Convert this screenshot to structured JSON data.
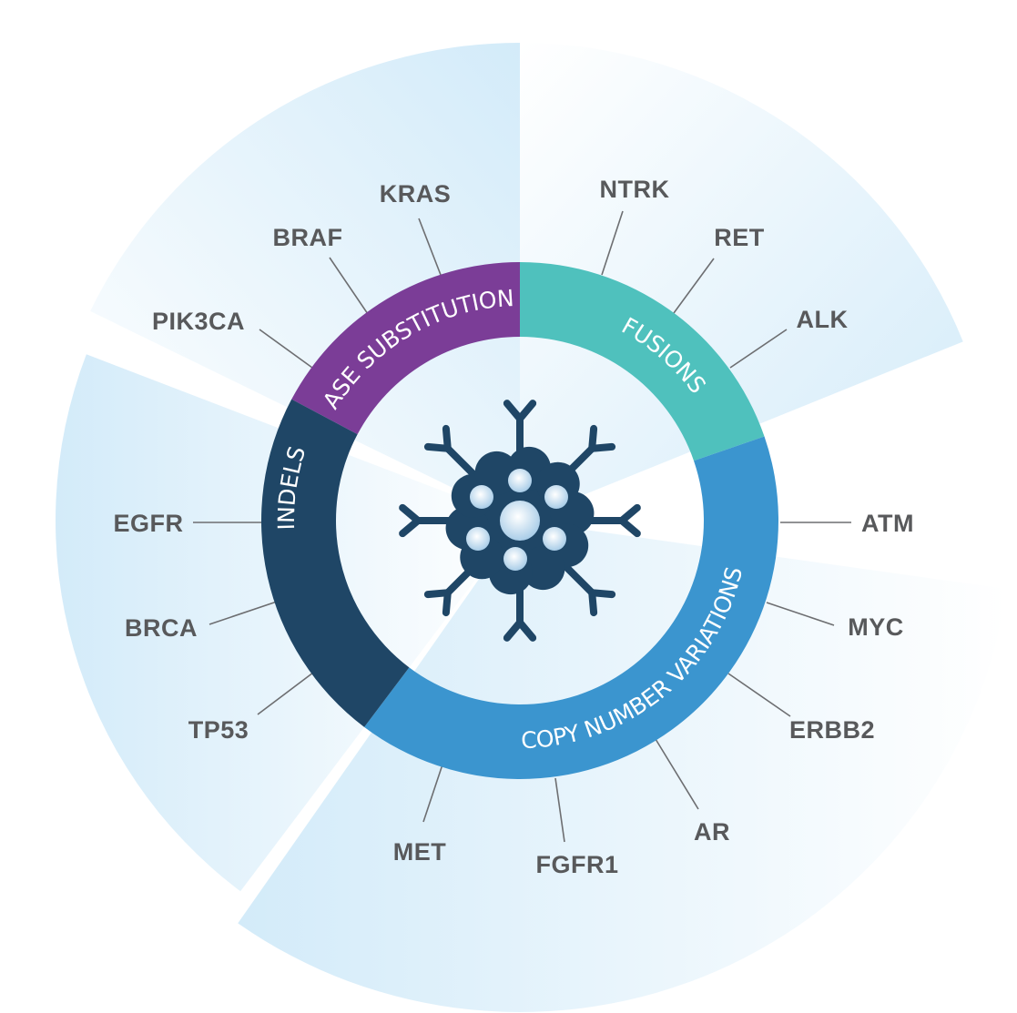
{
  "categories": [
    {
      "id": "base",
      "name": "BASE SUBSTITUTIONS",
      "color": "#7b3d97",
      "genes": [
        "KRAS",
        "BRAF",
        "PIK3CA"
      ]
    },
    {
      "id": "fusions",
      "name": "FUSIONS",
      "color": "#4fc1bd",
      "genes": [
        "NTRK",
        "RET",
        "ALK"
      ]
    },
    {
      "id": "cnv",
      "name": "COPY NUMBER VARIATIONS",
      "color": "#3b95cf",
      "genes": [
        "ATM",
        "MYC",
        "ERBB2",
        "AR",
        "FGFR1",
        "MET"
      ]
    },
    {
      "id": "indels",
      "name": "INDELS",
      "color": "#1f4666",
      "genes": [
        "EGFR",
        "BRCA",
        "TP53"
      ]
    }
  ],
  "center_icon": "cancer-cell-icon",
  "colors": {
    "background_wedge": "#d6ecf9",
    "icon": "#1f4666",
    "label_text": "#58595b"
  }
}
